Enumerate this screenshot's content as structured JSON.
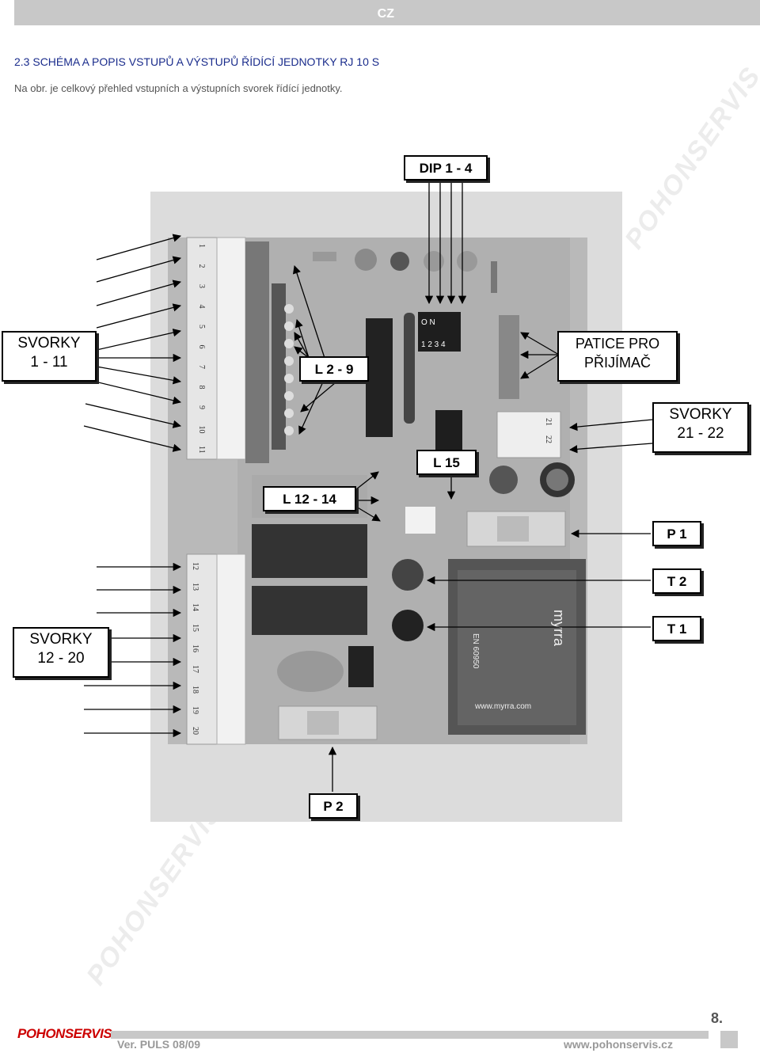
{
  "header": {
    "lang": "CZ"
  },
  "section": {
    "title": "2.3   SCHÉMA A POPIS VSTUPŮ A VÝSTUPŮ  ŘÍDÍCÍ JEDNOTKY RJ 10 S",
    "intro": "Na obr. je celkový přehled vstupních a výstupních svorek řídící jednotky."
  },
  "labels": {
    "dip": "DIP 1 - 4",
    "svorky_1_11_a": "SVORKY",
    "svorky_1_11_b": "1 - 11",
    "l_2_9": "L  2 - 9",
    "patice_a": "PATICE PRO",
    "patice_b": "PŘIJÍMAČ",
    "svorky_21_22_a": "SVORKY",
    "svorky_21_22_b": "21 - 22",
    "l_15": "L 15",
    "l_12_14": "L  12 - 14",
    "p1": "P 1",
    "t2": "T 2",
    "t1": "T 1",
    "svorky_12_20_a": "SVORKY",
    "svorky_12_20_b": "12 - 20",
    "p2": "P 2"
  },
  "board": {
    "dip_text": "O N",
    "dip_nums": "1 2 3 4",
    "transformer_brand": "myrra",
    "transformer_web": "www.myrra.com",
    "transformer_std": "EN 60950",
    "terminals_top": [
      "1",
      "2",
      "3",
      "4",
      "5",
      "6",
      "7",
      "8",
      "9",
      "10",
      "11"
    ],
    "terminals_bottom": [
      "12",
      "13",
      "14",
      "15",
      "16",
      "17",
      "18",
      "19",
      "20"
    ],
    "terminals_right": [
      "21",
      "22"
    ]
  },
  "watermark": {
    "text": "POHONSERVIS"
  },
  "footer": {
    "logo": "POHONSERVIS",
    "version": "Ver. PULS  08/09",
    "website": "www.pohonservis.cz",
    "page": "8."
  }
}
